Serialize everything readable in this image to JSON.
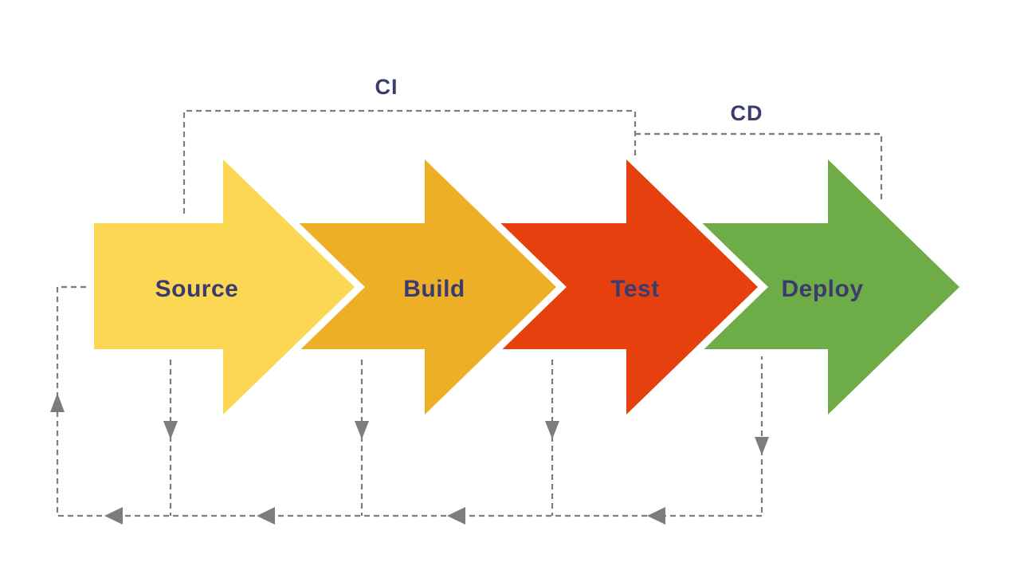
{
  "diagram": {
    "ci_label": "CI",
    "cd_label": "CD",
    "stages": [
      {
        "label": "Source",
        "color": "#FCD753"
      },
      {
        "label": "Build",
        "color": "#EDAF26"
      },
      {
        "label": "Test",
        "color": "#E5400E"
      },
      {
        "label": "Deploy",
        "color": "#6EAC48"
      }
    ],
    "colors": {
      "connector": "#7D7D7D",
      "label_text": "#3B3C6E"
    }
  }
}
